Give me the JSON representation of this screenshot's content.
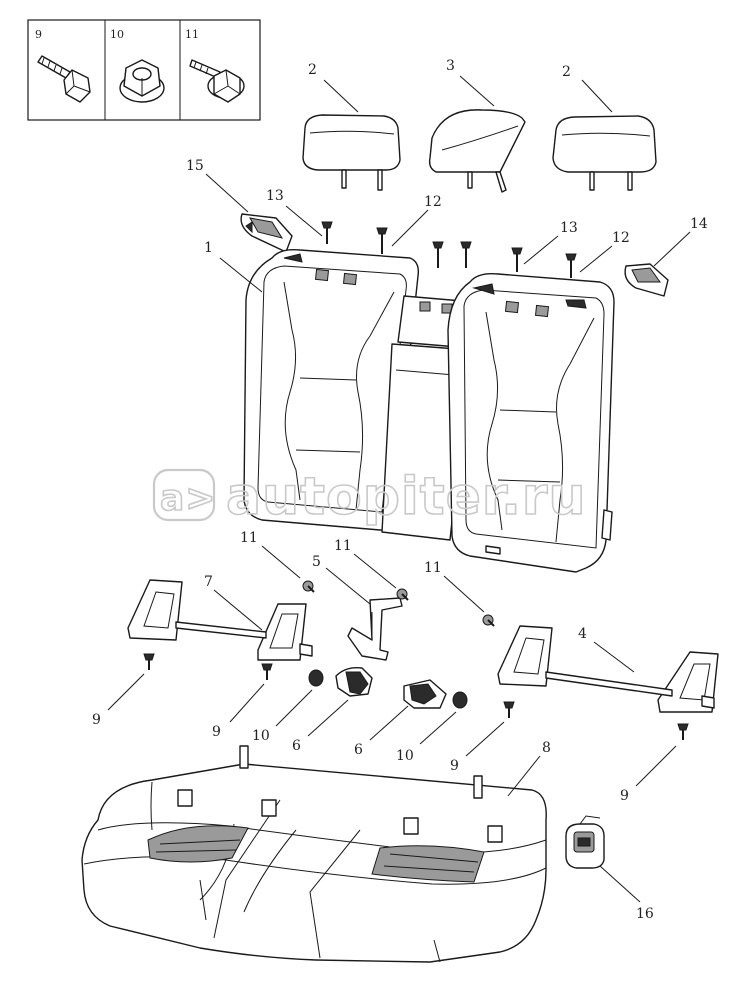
{
  "fastener_legend": [
    {
      "number": "9",
      "icon": "bolt-icon"
    },
    {
      "number": "10",
      "icon": "flange-nut-icon"
    },
    {
      "number": "11",
      "icon": "washer-screw-icon"
    }
  ],
  "watermark": {
    "text": "autopiter.ru",
    "logo": "a>"
  },
  "callouts": [
    {
      "id": "c2a",
      "label": "2"
    },
    {
      "id": "c3",
      "label": "3"
    },
    {
      "id": "c2b",
      "label": "2"
    },
    {
      "id": "c15",
      "label": "15"
    },
    {
      "id": "c13a",
      "label": "13"
    },
    {
      "id": "c12a",
      "label": "12"
    },
    {
      "id": "c1",
      "label": "1"
    },
    {
      "id": "c13b",
      "label": "13"
    },
    {
      "id": "c12b",
      "label": "12"
    },
    {
      "id": "c14",
      "label": "14"
    },
    {
      "id": "c11a",
      "label": "11"
    },
    {
      "id": "c11b",
      "label": "11"
    },
    {
      "id": "c5",
      "label": "5"
    },
    {
      "id": "c11c",
      "label": "11"
    },
    {
      "id": "c7",
      "label": "7"
    },
    {
      "id": "c4",
      "label": "4"
    },
    {
      "id": "c9a",
      "label": "9"
    },
    {
      "id": "c9b",
      "label": "9"
    },
    {
      "id": "c10a",
      "label": "10"
    },
    {
      "id": "c6a",
      "label": "6"
    },
    {
      "id": "c6b",
      "label": "6"
    },
    {
      "id": "c10b",
      "label": "10"
    },
    {
      "id": "c9c",
      "label": "9"
    },
    {
      "id": "c8",
      "label": "8"
    },
    {
      "id": "c9d",
      "label": "9"
    },
    {
      "id": "c16",
      "label": "16"
    }
  ]
}
